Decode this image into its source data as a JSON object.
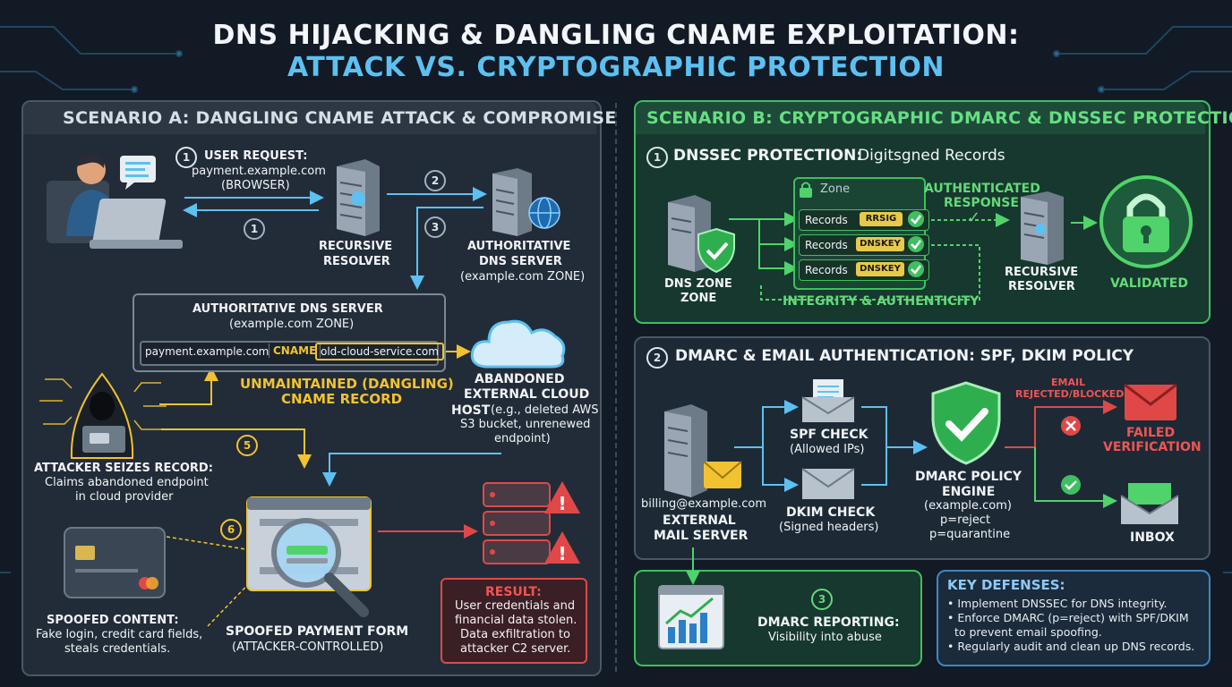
{
  "title": {
    "line1": "DNS HIJACKING & DANGLING CNAME EXPLOITATION:",
    "line2": "ATTACK VS. CRYPTOGRAPHIC PROTECTION"
  },
  "scenario_a": {
    "header": "SCENARIO A: DANGLING CNAME ATTACK & COMPROMISE",
    "step1_num": "1",
    "step1_title": "USER REQUEST:",
    "step1_line1": "payment.example.com",
    "step1_line2": "(BROWSER)",
    "step1b_num": "1",
    "step2_num": "2",
    "step3_num": "3",
    "recursive_l1": "RECURSIVE",
    "recursive_l2": "RESOLVER",
    "auth_l1": "AUTHORITATIVE",
    "auth_l2": "DNS SERVER",
    "auth_l3": "(example.com ZONE)",
    "zone_box_title": "AUTHORITATIVE DNS SERVER",
    "zone_box_sub": "(example.com ZONE)",
    "record_name": "payment.example.com",
    "record_type": "CNAME",
    "record_target": "old-cloud-service.com",
    "dangling_l1": "UNMAINTAINED (DANGLING)",
    "dangling_l2": "CNAME RECORD",
    "abandoned_l1": "ABANDONED",
    "abandoned_l2": "EXTERNAL CLOUD",
    "abandoned_l3": "HOST",
    "abandoned_l3b": "(e.g., deleted AWS",
    "abandoned_l4": "S3 bucket, unrenewed",
    "abandoned_l5": "endpoint)",
    "attacker_title": "ATTACKER SEIZES RECORD:",
    "attacker_l1": "Claims abandoned endpoint",
    "attacker_l2": "in cloud provider",
    "step5_num": "5",
    "step6_num": "6",
    "spoofed_title": "SPOOFED CONTENT:",
    "spoofed_l1": "Fake login, credit card fields,",
    "spoofed_l2": "steals credentials.",
    "form_title": "SPOOFED PAYMENT FORM",
    "form_sub": "(ATTACKER-CONTROLLED)",
    "result_title": "RESULT:",
    "result_l1": "User credentials and",
    "result_l2": "financial data stolen.",
    "result_l3": "Data exfiltration to",
    "result_l4": "attacker C2 server."
  },
  "scenario_b": {
    "header": "SCENARIO B: CRYPTOGRAPHIC DMARC & DNSSEC PROTECTION",
    "dnssec_num": "1",
    "dnssec_title": "DNSSEC PROTECTION:",
    "dnssec_sub": "Digitsgned Records",
    "zone_label": "Zone",
    "records": [
      {
        "label": "Records",
        "badge": "RRSIG"
      },
      {
        "label": "Records",
        "badge": "DNSKEY"
      },
      {
        "label": "Records",
        "badge": "DNSKEY"
      }
    ],
    "authenticated_l1": "AUTHENTICATED",
    "authenticated_l2": "RESPONSE",
    "integrity": "INTEGRITY & AUTHENTICITY",
    "dns_zone_l1": "DNS ZONE",
    "dns_zone_l2": "ZONE",
    "resolver_l1": "RECURSIVE",
    "resolver_l2": "RESOLVER",
    "validated": "VALIDATED",
    "dmarc_num": "2",
    "dmarc_title": "DMARC & EMAIL AUTHENTICATION: SPF, DKIM POLICY",
    "spf_title": "SPF CHECK",
    "spf_sub": "(Allowed IPs)",
    "dkim_title": "DKIM CHECK",
    "dkim_sub": "(Signed headers)",
    "sender": "billing@example.com",
    "mail_l1": "EXTERNAL",
    "mail_l2": "MAIL SERVER",
    "engine_l1": "DMARC POLICY",
    "engine_l2": "ENGINE",
    "engine_l3": "(example.com)",
    "engine_l4": "p=reject",
    "engine_l5": "p=quarantine",
    "rejected_l1": "EMAIL",
    "rejected_l2": "REJECTED/BLOCKED",
    "failed_l1": "FAILED",
    "failed_l2": "VERIFICATION",
    "inbox": "INBOX",
    "report_num": "3",
    "report_title": "DMARC REPORTING:",
    "report_sub": "Visibility into abuse",
    "key_title": "KEY DEFENSES:",
    "key_items": [
      "• Implement DNSSEC for DNS integrity.",
      "• Enforce DMARC (p=reject) with SPF/DKIM",
      "  to prevent email spoofing.",
      "• Regularly audit and clean up DNS records."
    ]
  },
  "colors": {
    "accent_blue": "#5cc1f2",
    "safe_green": "#3fbf5f",
    "danger_red": "#e04848",
    "warning_yellow": "#f2c230"
  },
  "icons": [
    "user-laptop-icon",
    "chat-bubble-icon",
    "server-icon",
    "globe-icon",
    "cloud-icon",
    "hooded-attacker-icon",
    "credit-card-icon",
    "magnifier-icon",
    "warning-icon",
    "shield-check-icon",
    "padlock-icon",
    "envelope-icon",
    "chart-icon"
  ]
}
